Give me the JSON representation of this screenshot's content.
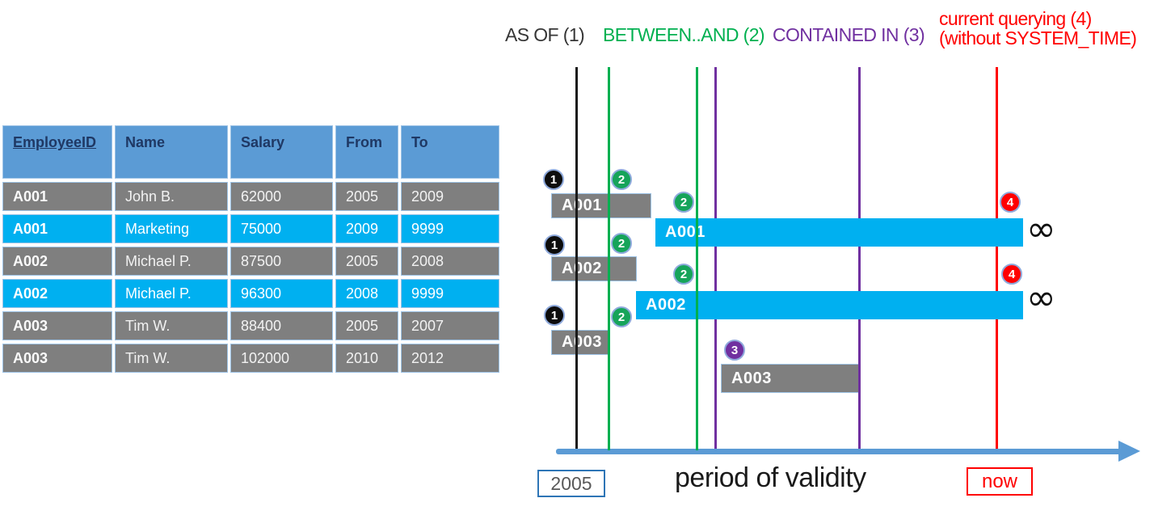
{
  "table": {
    "headers": [
      "EmployeeID",
      "Name",
      "Salary",
      "From",
      "To"
    ],
    "rows": [
      {
        "employee_id": "A001",
        "name": "John B.",
        "salary": "62000",
        "from": "2005",
        "to": "2009",
        "highlighted": false
      },
      {
        "employee_id": "A001",
        "name": "Marketing",
        "salary": "75000",
        "from": "2009",
        "to": "9999",
        "highlighted": true
      },
      {
        "employee_id": "A002",
        "name": "Michael P.",
        "salary": "87500",
        "from": "2005",
        "to": "2008",
        "highlighted": false
      },
      {
        "employee_id": "A002",
        "name": "Michael P.",
        "salary": "96300",
        "from": "2008",
        "to": "9999",
        "highlighted": true
      },
      {
        "employee_id": "A003",
        "name": "Tim W.",
        "salary": "88400",
        "from": "2005",
        "to": "2007",
        "highlighted": false
      },
      {
        "employee_id": "A003",
        "name": "Tim W.",
        "salary": "102000",
        "from": "2010",
        "to": "2012",
        "highlighted": false
      }
    ]
  },
  "legend": {
    "as_of": "AS OF (1)",
    "between_and": "BETWEEN..AND (2)",
    "contained_in": "CONTAINED IN (3)",
    "current_querying_line1": "current querying (4)",
    "current_querying_line2": "(without SYSTEM_TIME)"
  },
  "timeline": {
    "lines": [
      {
        "name": "as-of",
        "color": "#000000"
      },
      {
        "name": "between-start",
        "color": "#00B050"
      },
      {
        "name": "between-end",
        "color": "#00B050"
      },
      {
        "name": "contained-start",
        "color": "#7030A0"
      },
      {
        "name": "contained-end",
        "color": "#7030A0"
      },
      {
        "name": "now",
        "color": "#FF0000"
      }
    ],
    "bars": [
      {
        "label": "A001",
        "color": "#7F7F7F"
      },
      {
        "label": "A001",
        "color": "#00B0F0"
      },
      {
        "label": "A002",
        "color": "#7F7F7F"
      },
      {
        "label": "A002",
        "color": "#00B0F0"
      },
      {
        "label": "A003",
        "color": "#7F7F7F"
      },
      {
        "label": "A003",
        "color": "#7F7F7F"
      }
    ],
    "badges": [
      {
        "value": "1",
        "color": "#000000"
      },
      {
        "value": "2",
        "color": "#00B050"
      },
      {
        "value": "2",
        "color": "#00B050"
      },
      {
        "value": "4",
        "color": "#FF0000"
      },
      {
        "value": "1",
        "color": "#000000"
      },
      {
        "value": "2",
        "color": "#00B050"
      },
      {
        "value": "2",
        "color": "#00B050"
      },
      {
        "value": "4",
        "color": "#FF0000"
      },
      {
        "value": "1",
        "color": "#000000"
      },
      {
        "value": "2",
        "color": "#00B050"
      },
      {
        "value": "3",
        "color": "#7030A0"
      }
    ],
    "infinity_symbol": "∞",
    "axis_label": "period of validity",
    "origin_label": "2005",
    "now_label": "now"
  },
  "colors": {
    "table_header_bg": "#5B9BD5",
    "table_header_text": "#1F3864",
    "row_gray": "#7F7F7F",
    "row_highlight_cyan": "#00B0F0",
    "axis_blue": "#5B9BD5",
    "green": "#00B050",
    "purple": "#7030A0",
    "red": "#FF0000"
  }
}
